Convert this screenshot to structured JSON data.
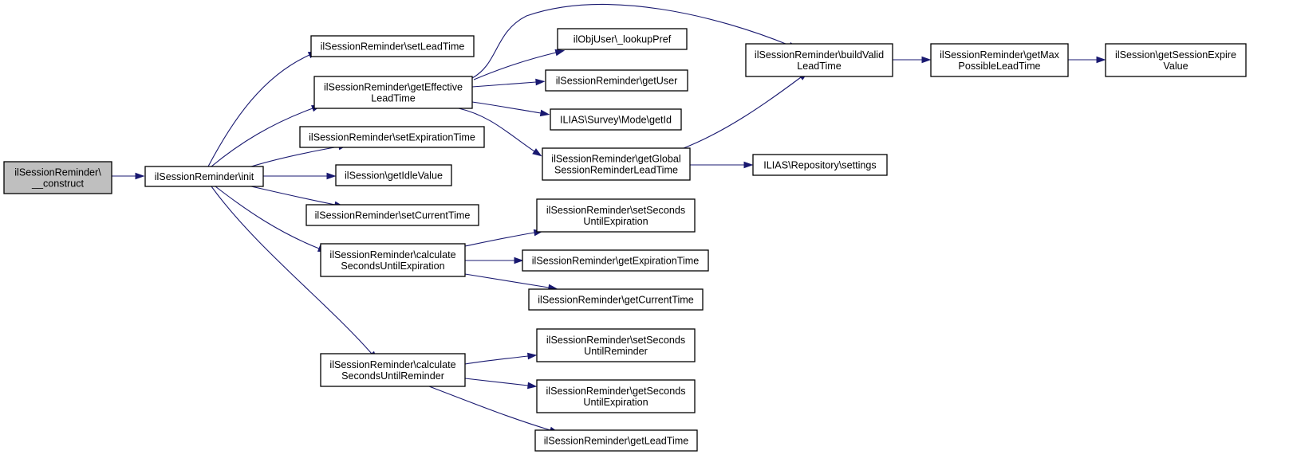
{
  "nodes": {
    "construct": {
      "lines": [
        "ilSessionReminder\\",
        "__construct"
      ],
      "root": true
    },
    "init": {
      "lines": [
        "ilSessionReminder\\init"
      ]
    },
    "setLeadTime": {
      "lines": [
        "ilSessionReminder\\setLeadTime"
      ]
    },
    "getEffectiveLeadTime": {
      "lines": [
        "ilSessionReminder\\getEffective",
        "LeadTime"
      ]
    },
    "setExpirationTime": {
      "lines": [
        "ilSessionReminder\\setExpirationTime"
      ]
    },
    "getIdleValue": {
      "lines": [
        "ilSession\\getIdleValue"
      ]
    },
    "setCurrentTime": {
      "lines": [
        "ilSessionReminder\\setCurrentTime"
      ]
    },
    "calcSecondsUntilExpiration": {
      "lines": [
        "ilSessionReminder\\calculate",
        "SecondsUntilExpiration"
      ]
    },
    "calcSecondsUntilReminder": {
      "lines": [
        "ilSessionReminder\\calculate",
        "SecondsUntilReminder"
      ]
    },
    "lookupPref": {
      "lines": [
        "ilObjUser\\_lookupPref"
      ]
    },
    "getUser": {
      "lines": [
        "ilSessionReminder\\getUser"
      ]
    },
    "surveyModeGetId": {
      "lines": [
        "ILIAS\\Survey\\Mode\\getId"
      ]
    },
    "getGlobalLeadTime": {
      "lines": [
        "ilSessionReminder\\getGlobal",
        "SessionReminderLeadTime"
      ]
    },
    "buildValidLeadTime": {
      "lines": [
        "ilSessionReminder\\buildValid",
        "LeadTime"
      ]
    },
    "getMaxPossibleLeadTime": {
      "lines": [
        "ilSessionReminder\\getMax",
        "PossibleLeadTime"
      ]
    },
    "getSessionExpireValue": {
      "lines": [
        "ilSession\\getSessionExpire",
        "Value"
      ]
    },
    "repositorySettings": {
      "lines": [
        "ILIAS\\Repository\\settings"
      ]
    },
    "setSecondsUntilExpiration": {
      "lines": [
        "ilSessionReminder\\setSeconds",
        "UntilExpiration"
      ]
    },
    "getExpirationTime": {
      "lines": [
        "ilSessionReminder\\getExpirationTime"
      ]
    },
    "getCurrentTime": {
      "lines": [
        "ilSessionReminder\\getCurrentTime"
      ]
    },
    "setSecondsUntilReminder": {
      "lines": [
        "ilSessionReminder\\setSeconds",
        "UntilReminder"
      ]
    },
    "getSecondsUntilExpiration": {
      "lines": [
        "ilSessionReminder\\getSeconds",
        "UntilExpiration"
      ]
    },
    "getLeadTime": {
      "lines": [
        "ilSessionReminder\\getLeadTime"
      ]
    }
  },
  "edges": [
    [
      "construct",
      "init"
    ],
    [
      "init",
      "setLeadTime"
    ],
    [
      "init",
      "getEffectiveLeadTime"
    ],
    [
      "init",
      "setExpirationTime"
    ],
    [
      "init",
      "getIdleValue"
    ],
    [
      "init",
      "setCurrentTime"
    ],
    [
      "init",
      "calcSecondsUntilExpiration"
    ],
    [
      "init",
      "calcSecondsUntilReminder"
    ],
    [
      "getEffectiveLeadTime",
      "buildValidLeadTime"
    ],
    [
      "getEffectiveLeadTime",
      "lookupPref"
    ],
    [
      "getEffectiveLeadTime",
      "getUser"
    ],
    [
      "getEffectiveLeadTime",
      "surveyModeGetId"
    ],
    [
      "getEffectiveLeadTime",
      "getGlobalLeadTime"
    ],
    [
      "getGlobalLeadTime",
      "buildValidLeadTime"
    ],
    [
      "getGlobalLeadTime",
      "repositorySettings"
    ],
    [
      "buildValidLeadTime",
      "getMaxPossibleLeadTime"
    ],
    [
      "getMaxPossibleLeadTime",
      "getSessionExpireValue"
    ],
    [
      "calcSecondsUntilExpiration",
      "setSecondsUntilExpiration"
    ],
    [
      "calcSecondsUntilExpiration",
      "getExpirationTime"
    ],
    [
      "calcSecondsUntilExpiration",
      "getCurrentTime"
    ],
    [
      "calcSecondsUntilReminder",
      "setSecondsUntilReminder"
    ],
    [
      "calcSecondsUntilReminder",
      "getSecondsUntilExpiration"
    ],
    [
      "calcSecondsUntilReminder",
      "getLeadTime"
    ]
  ]
}
